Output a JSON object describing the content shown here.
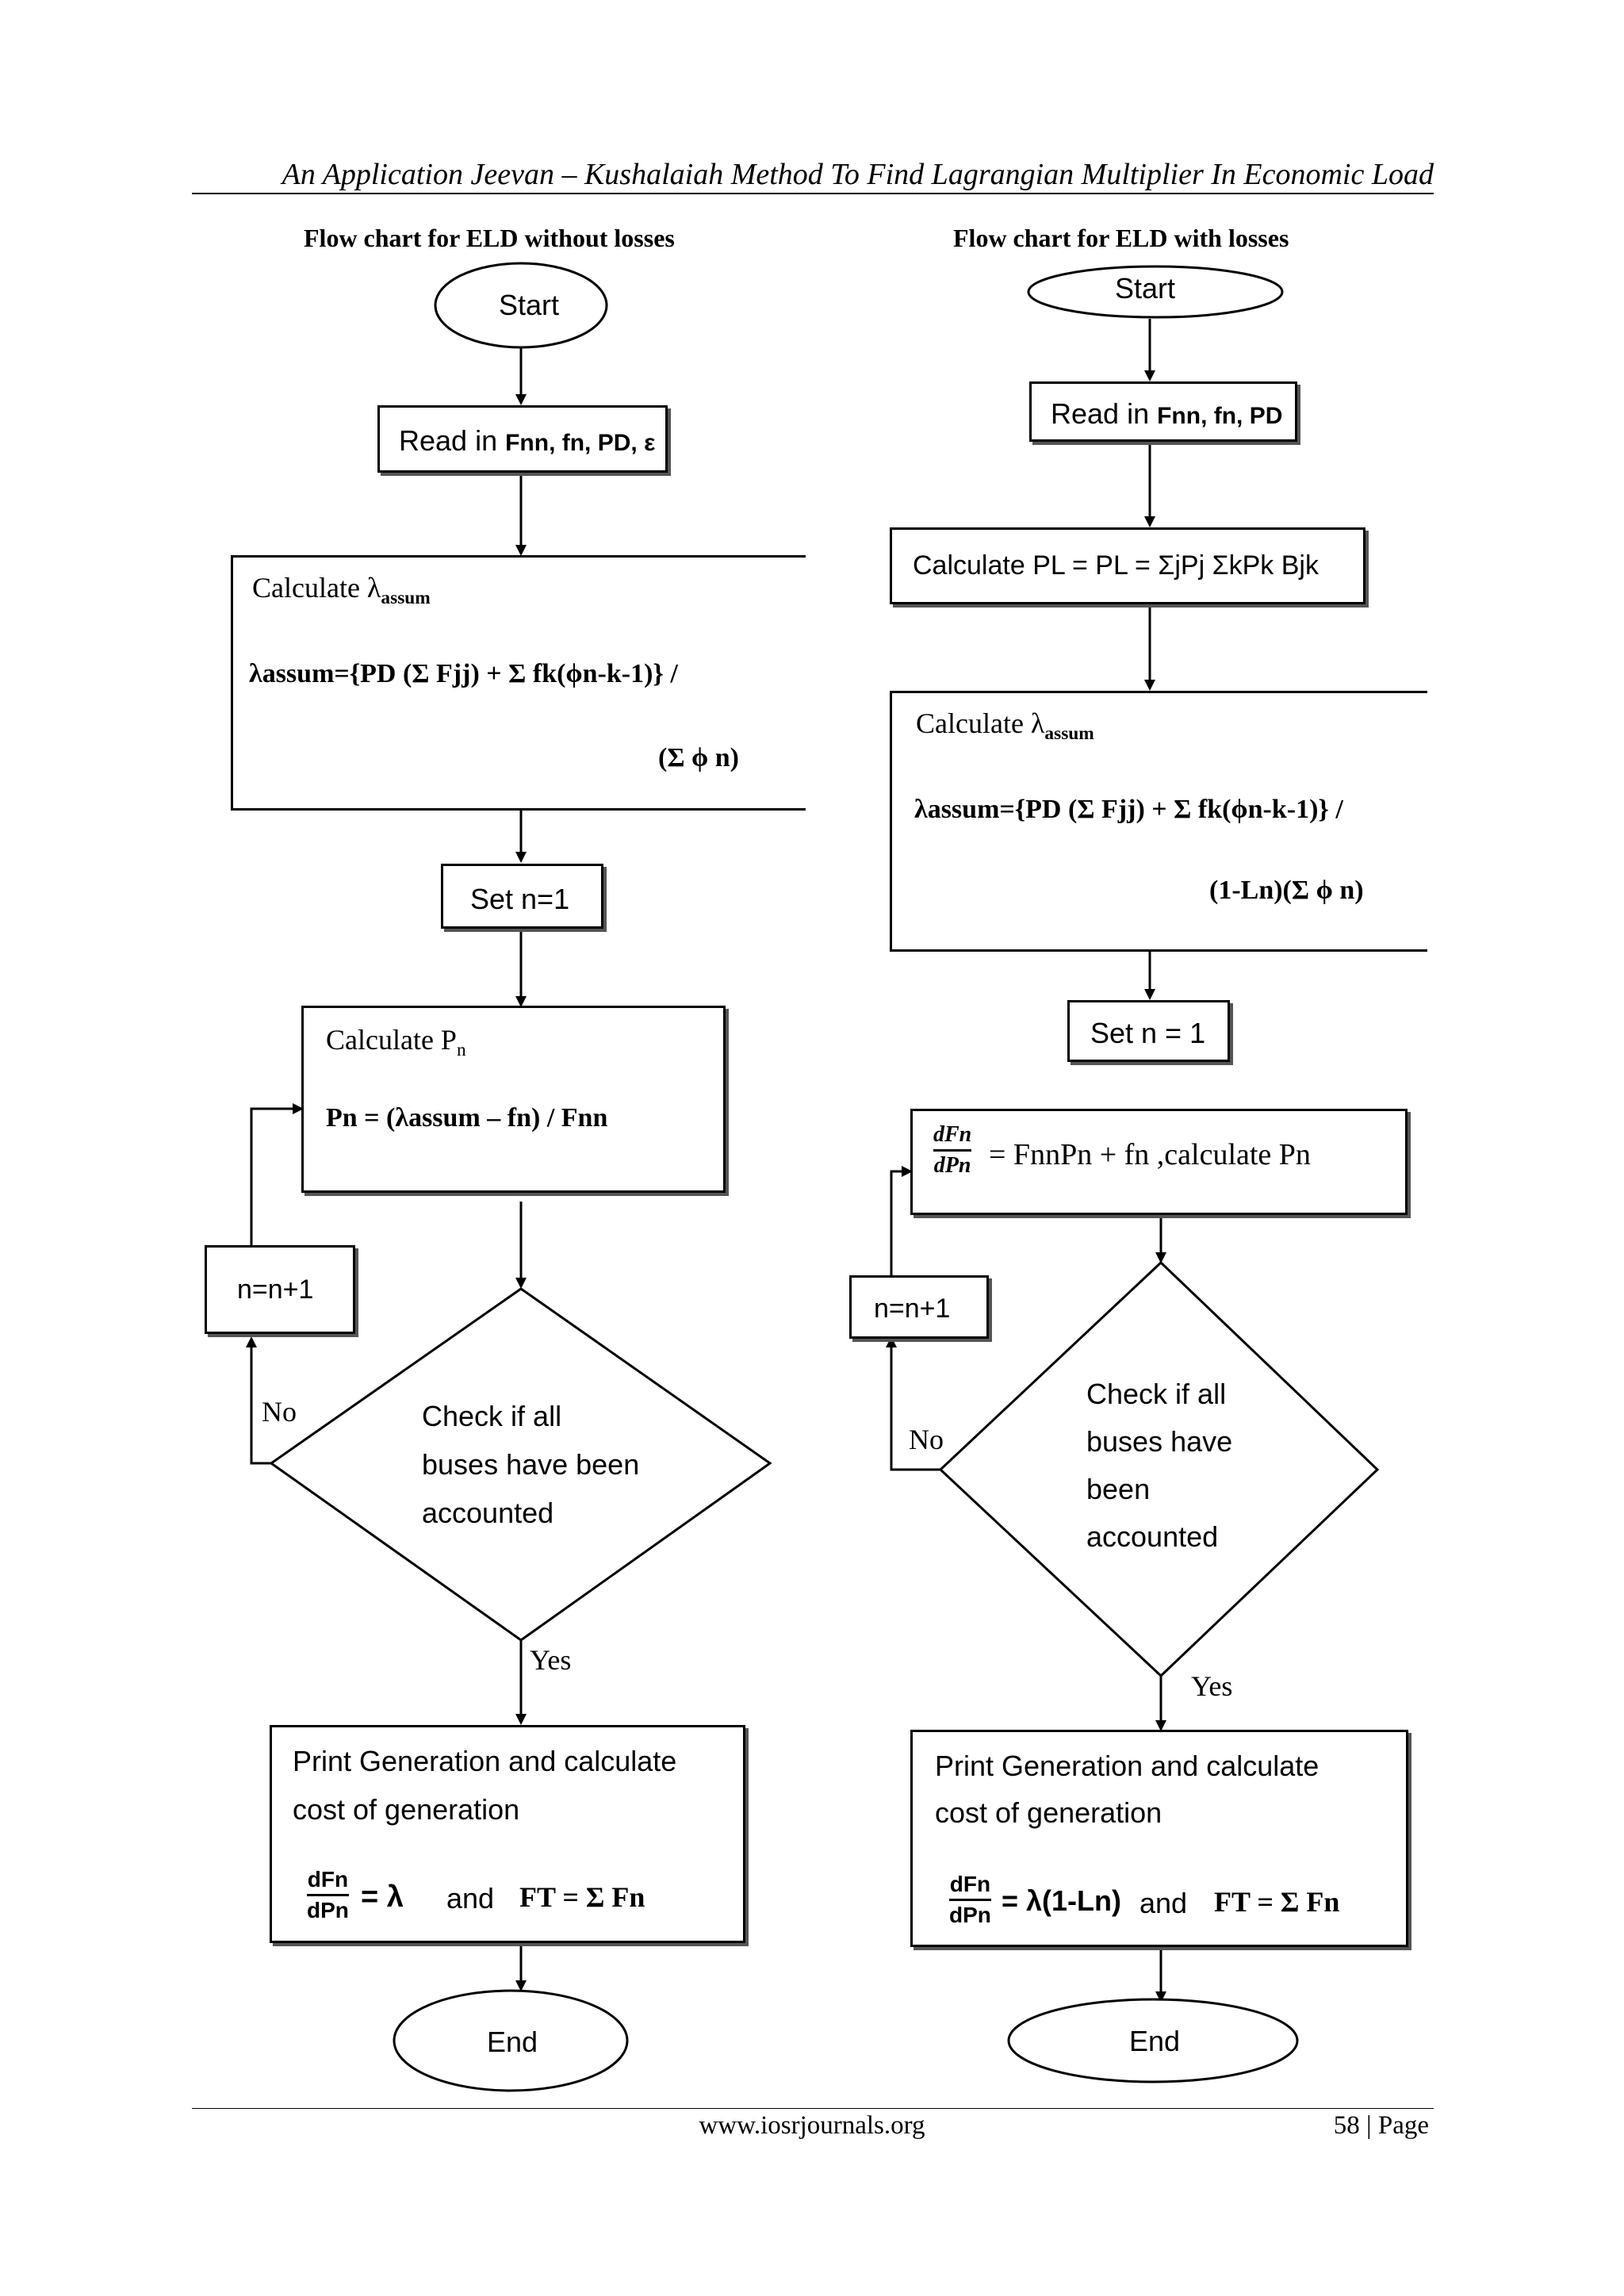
{
  "header": {
    "running_title": "An Application Jeevan – Kushalaiah Method To Find Lagrangian Multiplier In Economic Load"
  },
  "left_chart": {
    "title": "Flow chart for ELD without losses",
    "start": "Start",
    "read": {
      "text": "Read in ",
      "vars": "Fnn, fn, PD, ε"
    },
    "calc_lambda": {
      "heading": "Calculate λ",
      "heading_sub": "assum",
      "eq_line1": "λassum={PD (Σ Fjj) + Σ fk(ϕn-k-1)} /",
      "eq_line2": "(Σ ϕ n)"
    },
    "set_n": "Set n=1",
    "calc_pn": {
      "heading": "Calculate P",
      "heading_sub": "n",
      "eq": "Pn = (λassum – fn) / Fnn"
    },
    "increment": "n=n+1",
    "decision": {
      "line1": "Check if all",
      "line2": "buses have been",
      "line3": "accounted"
    },
    "no_label": "No",
    "yes_label": "Yes",
    "print": {
      "line1": "Print Generation and calculate",
      "line2": "cost of generation",
      "eq_lhs_num": "dFn",
      "eq_lhs_den": "dPn",
      "eq_rhs": "= λ",
      "and": "and",
      "total": "FT = Σ Fn"
    },
    "end": "End"
  },
  "right_chart": {
    "title": "Flow chart for ELD with losses",
    "start": "Start",
    "read": {
      "text": "Read in ",
      "vars": "Fnn, fn, PD"
    },
    "calc_loss": {
      "text": "Calculate PL = PL = ΣjPj ΣkPk Bjk"
    },
    "calc_lambda": {
      "heading": "Calculate λ",
      "heading_sub": "assum",
      "eq_line1": "λassum={PD (Σ Fjj) + Σ fk(ϕn-k-1)} /",
      "eq_line2": "(1-Ln)(Σ ϕ n)"
    },
    "set_n": "Set n = 1",
    "calc_pn": {
      "frac_num": "dFn",
      "frac_den": "dPn",
      "text": "= FnnPn + fn ,calculate Pn"
    },
    "increment": "n=n+1",
    "decision": {
      "line1": "Check if all",
      "line2": "buses have",
      "line3": "been",
      "line4": "accounted"
    },
    "no_label": "No",
    "yes_label": "Yes",
    "print": {
      "line1": "Print Generation and calculate",
      "line2": "cost of generation",
      "eq_lhs_num": "dFn",
      "eq_lhs_den": "dPn",
      "eq_rhs": "= λ(1-Ln)",
      "and": "and",
      "total": "FT = Σ Fn"
    },
    "end": "End"
  },
  "footer": {
    "url": "www.iosrjournals.org",
    "page": "58 | Page"
  }
}
